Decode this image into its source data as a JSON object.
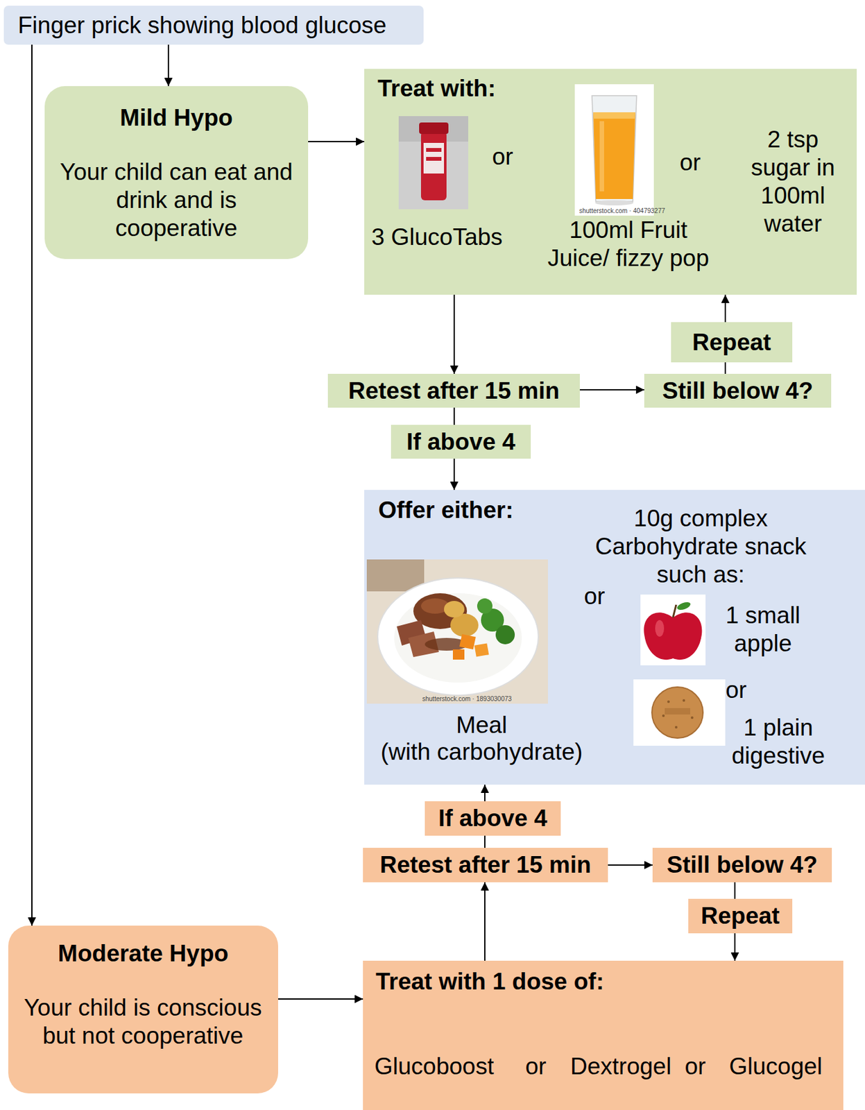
{
  "diagram": {
    "nodes": [
      {
        "text": [
          "Finger prick showing blood glucose"
        ]
      },
      {
        "text": [
          "Mild Hypo",
          "Your child can eat and drink and is cooperative"
        ]
      },
      {
        "text": [
          "Treat with:",
          "3 GlucoTabs",
          "or",
          "100ml Fruit Juice/ fizzy pop",
          "or",
          "2 tsp sugar in 100ml water"
        ]
      },
      {
        "text": [
          "Retest after 15 min"
        ]
      },
      {
        "text": [
          "Still below 4?"
        ]
      },
      {
        "text": [
          "Repeat"
        ]
      },
      {
        "text": [
          "If above 4"
        ]
      },
      {
        "text": [
          "Offer either:",
          "Meal",
          "(with carbohydrate)",
          "or",
          "10g complex Carbohydrate snack such as:",
          "1 small apple",
          "or",
          "1 plain digestive"
        ]
      },
      {
        "text": [
          "If above 4"
        ]
      },
      {
        "text": [
          "Retest after 15 min"
        ]
      },
      {
        "text": [
          "Still below 4?"
        ]
      },
      {
        "text": [
          "Repeat"
        ]
      },
      {
        "text": [
          "Moderate Hypo",
          "Your child is conscious but not cooperative"
        ]
      },
      {
        "text": [
          "Treat with 1 dose of:",
          "Glucoboost",
          "or",
          "Dextrogel",
          "or",
          "Glucogel"
        ]
      }
    ],
    "edges": [
      {
        "from": 0,
        "to": 1,
        "arrow": "to"
      },
      {
        "from": 0,
        "to": 12,
        "arrow": "to"
      },
      {
        "from": 1,
        "to": 2,
        "arrow": "to"
      },
      {
        "from": 2,
        "to": 3,
        "arrow": "to"
      },
      {
        "from": 3,
        "to": 4,
        "arrow": "to"
      },
      {
        "from": 4,
        "to": 5,
        "arrow": "none"
      },
      {
        "from": 5,
        "to": 2,
        "arrow": "to"
      },
      {
        "from": 3,
        "to": 6,
        "arrow": "none"
      },
      {
        "from": 6,
        "to": 7,
        "arrow": "to"
      },
      {
        "from": 12,
        "to": 13,
        "arrow": "to"
      },
      {
        "from": 13,
        "to": 9,
        "arrow": "to"
      },
      {
        "from": 9,
        "to": 8,
        "arrow": "none"
      },
      {
        "from": 8,
        "to": 7,
        "arrow": "to"
      },
      {
        "from": 9,
        "to": 10,
        "arrow": "to"
      },
      {
        "from": 10,
        "to": 11,
        "arrow": "none"
      },
      {
        "from": 11,
        "to": 13,
        "arrow": "to"
      }
    ],
    "labels": [
      "shutterstock.com · 404793277",
      "shutterstock.com · 1893030073"
    ]
  }
}
